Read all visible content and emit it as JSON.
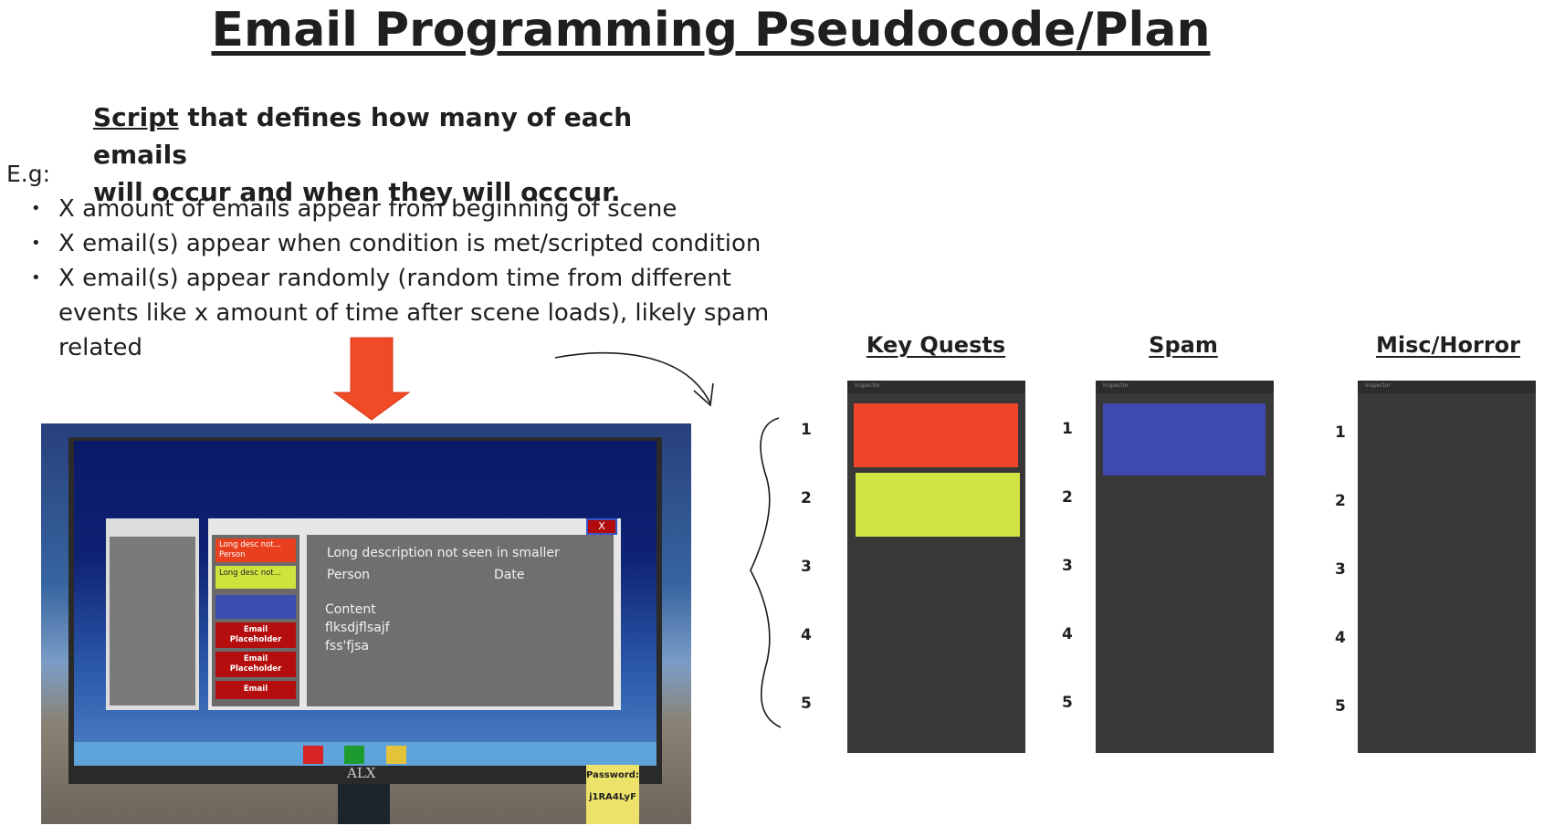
{
  "title": "Email Programming Pseudocode/Plan",
  "script_heading": {
    "keyword": "Script",
    "rest_line1": " that defines how many of each emails",
    "line2": "will occur and when they will occcur."
  },
  "eg_label": "E.g:",
  "bullets": [
    "X amount of emails appear from beginning of scene",
    "X email(s) appear when condition is met/scripted condition",
    "X email(s) appear randomly (random time from different events like x amount of time after scene loads), likely spam related"
  ],
  "mockup": {
    "email_list": [
      {
        "text": "Long desc not... Person",
        "color": "#e8401f"
      },
      {
        "text": "Long desc not...",
        "color": "#cfe33f"
      },
      {
        "text": "",
        "color": "#3c4db0"
      },
      {
        "text": "Email Placeholder",
        "color": "#b50e0e"
      },
      {
        "text": "Email Placeholder",
        "color": "#b50e0e"
      },
      {
        "text": "Email",
        "color": "#b50e0e"
      }
    ],
    "detail": {
      "description": "Long description not seen in smaller",
      "person": "Person",
      "date": "Date",
      "content_label": "Content",
      "content_line1": "flksdjflsajf",
      "content_line2": "fss'fjsa"
    },
    "close_label": "X",
    "brand": "ALX",
    "password_label": "Password:",
    "password_value": "j1RA4LyF",
    "taskbar_colors": [
      "#d62323",
      "#1e9b2e",
      "#e3c33a"
    ]
  },
  "columns": [
    {
      "title": "Key Quests",
      "slots": [
        "1",
        "2",
        "3",
        "4",
        "5"
      ],
      "emails": [
        "#f0452a",
        "#d0e543"
      ]
    },
    {
      "title": "Spam",
      "slots": [
        "1",
        "2",
        "3",
        "4",
        "5"
      ],
      "emails": [
        "#3f4ab1"
      ]
    },
    {
      "title": "Misc/Horror",
      "slots": [
        "1",
        "2",
        "3",
        "4",
        "5"
      ],
      "emails": []
    }
  ],
  "panel_bar_label": "Inspector",
  "colors": {
    "arrow": "#f04a27",
    "panel_bg": "#383838"
  }
}
